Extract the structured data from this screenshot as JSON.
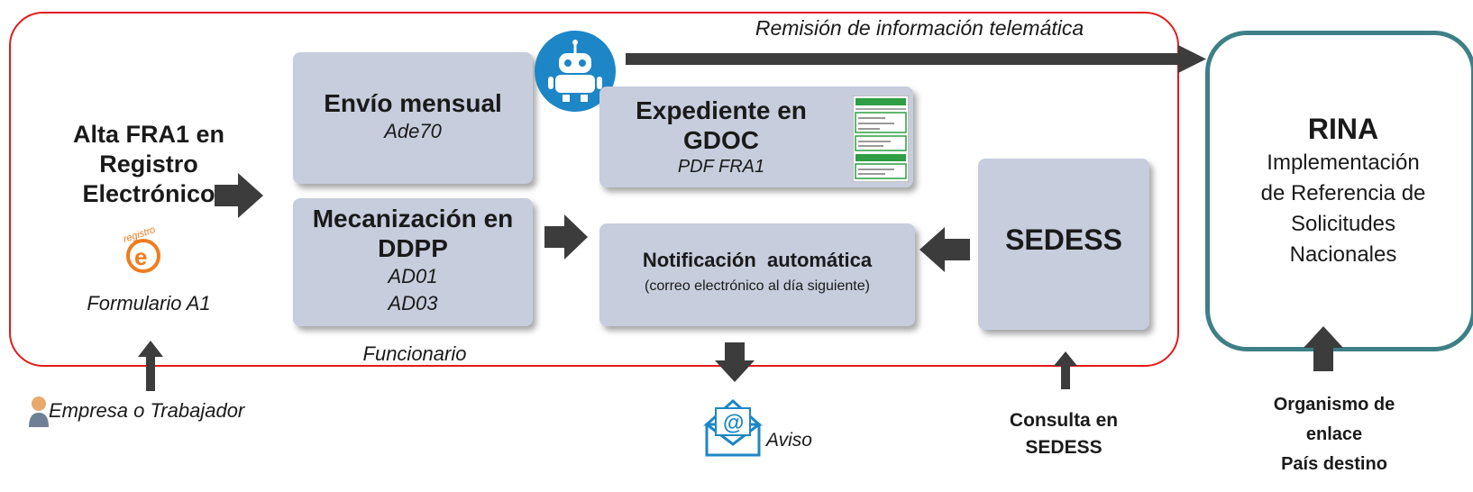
{
  "left": {
    "title_lines": [
      "Alta FRA1 en",
      "Registro",
      "Electrónico"
    ],
    "form_label": "Formulario A1",
    "logo_text": "registro",
    "actor_label": "Empresa o Trabajador"
  },
  "envio": {
    "title": "Envío mensual",
    "code": "Ade70"
  },
  "mecanizacion": {
    "title_lines": [
      "Mecanización en",
      "DDPP"
    ],
    "codes": [
      "AD01",
      "AD03"
    ]
  },
  "funcionario_label": "Funcionario",
  "expediente": {
    "title_lines": [
      "Expediente en",
      "GDOC"
    ],
    "sub": "PDF FRA1"
  },
  "notificacion": {
    "title": "Notificación  automática",
    "sub": "(correo electrónico al día siguiente)"
  },
  "aviso_label": "Aviso",
  "sedess": {
    "title": "SEDESS",
    "consulta_lines": [
      "Consulta en",
      "SEDESS"
    ]
  },
  "remision_label": "Remisión de información telemática",
  "rina": {
    "title": "RINA",
    "lines": [
      "Implementación",
      "de Referencia de",
      "Solicitudes",
      "Nacionales"
    ],
    "organismo_lines": [
      "Organismo de",
      "enlace",
      "País destino"
    ]
  },
  "colors": {
    "frame_red": "#e41a1a",
    "frame_teal": "#3f7f86",
    "box_fill": "#c7cddd",
    "arrow": "#3c3c3c",
    "icon_blue": "#1d86c6"
  }
}
